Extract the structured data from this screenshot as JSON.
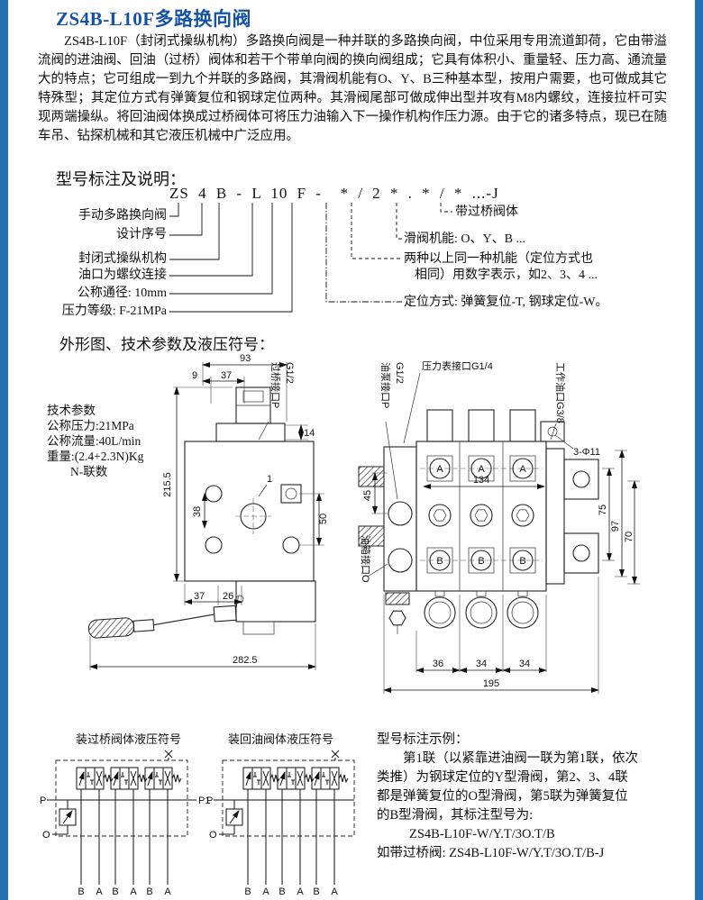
{
  "title": "ZS4B-L10F多路换向阀",
  "intro": "ZS4B-L10F（封闭式操纵机构）多路换向阀是一种并联的多路换向阀，中位采用专用流道卸荷，它由带溢流阀的进油阀、回油（过桥）阀体和若干个带单向阀的换向阀组成；它具有体积小、重量轻、压力高、通流量大的特点；它可组成一到九个并联的多路阀，其滑阀机能有O、Y、B三种基本型，按用户需要，也可做成其它特殊型；其定位方式有弹簧复位和钢球定位两种。其滑阀尾部可做成伸出型并攻有M8内螺纹，连接拉杆可实现两端操纵。将回油阀体换成过桥阀体可将压力油输入下一操作机构作压力源。由于它的诸多特点，现已在随车吊、钻探机械和其它液压机械中广泛应用。",
  "model": {
    "heading": "型号标注及说明：",
    "code": "ZS 4 B - L 10 F -  * / 2 * . * / * ...-J",
    "left_labels": [
      "手动多路换向阀",
      "设计序号",
      "封闭式操纵机构",
      "油口为螺纹连接",
      "公称通径: 10mm",
      "压力等级: F-21MPa"
    ],
    "right_labels": [
      "带过桥阀体",
      "滑阀机能: O、Y、B ...",
      "两种以上同一种机能（定位方式也",
      "相同）用数字表示，如2、3、4 ...",
      "定位方式: 弹簧复位-T, 钢球定位-W。"
    ]
  },
  "drawing": {
    "heading": "外形图、技术参数及液压符号：",
    "tech": {
      "title": "技术参数",
      "l1": "公称压力:21MPa",
      "l2": "公称流量:40L/min",
      "l3": "重量:(2.4+2.3N)Kg",
      "l4": "N-联数"
    },
    "left_view": {
      "d93": "93",
      "d9": "9",
      "d37": "37",
      "d14": "14",
      "d215": "215.5",
      "d38": "38",
      "d50": "50",
      "n1": "1",
      "b37": "37",
      "b26": "26",
      "total": "282.5",
      "bridge_port": "过桥接口P",
      "bridge_g": "G1/2"
    },
    "right_view": {
      "d45": "45",
      "d134": "134",
      "d75": "75",
      "d97": "97",
      "d70": "70",
      "d36": "36",
      "d34": "34",
      "d195": "195",
      "holes": "3-Φ11",
      "gauge": "压力表接口G1/4",
      "pump": "油泵接口P",
      "pump_g": "G1/2",
      "work": "工作油口G3/8",
      "tank": "油箱接口O",
      "a": "A",
      "b": "B"
    }
  },
  "symbols": {
    "cap_left": "装过桥阀体液压符号",
    "cap_right": "装回油阀体液压符号",
    "p": "P",
    "p1": "P1",
    "o": "O",
    "a": "A",
    "b": "B"
  },
  "example": {
    "lines": [
      "型号标注示例：",
      "　　第1联（以紧靠进油阀一联为第1联，依次",
      "类推）为钢球定位的Y型滑阀，第2、3、4联",
      "都是弹簧复位的O型滑阀，第5联为弹簧复位",
      "的B型滑阀，其标注型号为:",
      "ZS4B-L10F-W/Y.T/3O.T/B",
      "如带过桥阀: ZS4B-L10F-W/Y.T/3O.T/B-J"
    ]
  }
}
